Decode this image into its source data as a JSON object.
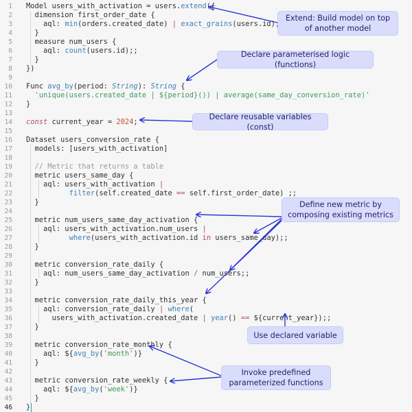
{
  "editor": {
    "active_line": 46,
    "lines": [
      {
        "n": 1,
        "t": [
          [
            "kw",
            "Model users_with_activation = users."
          ],
          [
            "fn",
            "extend"
          ],
          [
            "kw",
            "({"
          ]
        ]
      },
      {
        "n": 2,
        "t": [
          [
            "kw",
            "  dimension first_order_date {"
          ]
        ]
      },
      {
        "n": 3,
        "t": [
          [
            "kw",
            "    aql: "
          ],
          [
            "fn",
            "min"
          ],
          [
            "kw",
            "(orders.created_date) "
          ],
          [
            "op",
            "|"
          ],
          [
            "kw",
            " "
          ],
          [
            "fn",
            "exact_grains"
          ],
          [
            "kw",
            "(users.id);;"
          ]
        ]
      },
      {
        "n": 4,
        "t": [
          [
            "kw",
            "  }"
          ]
        ]
      },
      {
        "n": 5,
        "t": [
          [
            "kw",
            "  measure num_users {"
          ]
        ]
      },
      {
        "n": 6,
        "t": [
          [
            "kw",
            "    aql: "
          ],
          [
            "fn",
            "count"
          ],
          [
            "kw",
            "(users.id);;"
          ]
        ]
      },
      {
        "n": 7,
        "t": [
          [
            "kw",
            "  }"
          ]
        ]
      },
      {
        "n": 8,
        "t": [
          [
            "kw",
            "})"
          ]
        ]
      },
      {
        "n": 9,
        "t": []
      },
      {
        "n": 10,
        "t": [
          [
            "kw",
            "Func "
          ],
          [
            "fn",
            "avg_by"
          ],
          [
            "kw",
            "(period: "
          ],
          [
            "type",
            "String"
          ],
          [
            "kw",
            "): "
          ],
          [
            "type",
            "String"
          ],
          [
            "kw",
            " {"
          ]
        ]
      },
      {
        "n": 11,
        "t": [
          [
            "str",
            "  'unique(users.created_date | ${period}()) | average(same_day_conversion_rate)'"
          ]
        ]
      },
      {
        "n": 12,
        "t": [
          [
            "kw",
            "}"
          ]
        ]
      },
      {
        "n": 13,
        "t": []
      },
      {
        "n": 14,
        "t": [
          [
            "const",
            "const"
          ],
          [
            "kw",
            " current_year = "
          ],
          [
            "num",
            "2024"
          ],
          [
            "kw",
            ";"
          ]
        ]
      },
      {
        "n": 15,
        "t": []
      },
      {
        "n": 16,
        "t": [
          [
            "kw",
            "Dataset users_conversion_rate {"
          ]
        ]
      },
      {
        "n": 17,
        "t": [
          [
            "kw",
            "  models: [users_with_activation]"
          ]
        ]
      },
      {
        "n": 18,
        "t": []
      },
      {
        "n": 19,
        "t": [
          [
            "cmt",
            "  // Metric that returns a table"
          ]
        ]
      },
      {
        "n": 20,
        "t": [
          [
            "kw",
            "  metric users_same_day {"
          ]
        ]
      },
      {
        "n": 21,
        "t": [
          [
            "kw",
            "    aql: users_with_activation "
          ],
          [
            "op",
            "|"
          ]
        ]
      },
      {
        "n": 22,
        "t": [
          [
            "kw",
            "          "
          ],
          [
            "fn",
            "filter"
          ],
          [
            "kw",
            "(self.created_date "
          ],
          [
            "op",
            "=="
          ],
          [
            "kw",
            " self.first_order_date) ;;"
          ]
        ]
      },
      {
        "n": 23,
        "t": [
          [
            "kw",
            "  }"
          ]
        ]
      },
      {
        "n": 24,
        "t": []
      },
      {
        "n": 25,
        "t": [
          [
            "kw",
            "  metric num_users_same_day_activation {"
          ]
        ]
      },
      {
        "n": 26,
        "t": [
          [
            "kw",
            "    aql: users_with_activation.num_users "
          ],
          [
            "op",
            "|"
          ]
        ]
      },
      {
        "n": 27,
        "t": [
          [
            "kw",
            "          "
          ],
          [
            "fn",
            "where"
          ],
          [
            "kw",
            "(users_with_activation.id "
          ],
          [
            "op",
            "in"
          ],
          [
            "kw",
            " users_same_day);;"
          ]
        ]
      },
      {
        "n": 28,
        "t": [
          [
            "kw",
            "  }"
          ]
        ]
      },
      {
        "n": 29,
        "t": []
      },
      {
        "n": 30,
        "t": [
          [
            "kw",
            "  metric conversion_rate_daily {"
          ]
        ]
      },
      {
        "n": 31,
        "t": [
          [
            "kw",
            "    aql: num_users_same_day_activation "
          ],
          [
            "op",
            "/"
          ],
          [
            "kw",
            " num_users;;"
          ]
        ]
      },
      {
        "n": 32,
        "t": [
          [
            "kw",
            "  }"
          ]
        ]
      },
      {
        "n": 33,
        "t": []
      },
      {
        "n": 34,
        "t": [
          [
            "kw",
            "  metric conversion_rate_daily_this_year {"
          ]
        ]
      },
      {
        "n": 35,
        "t": [
          [
            "kw",
            "    aql: conversion_rate_daily "
          ],
          [
            "op",
            "|"
          ],
          [
            "kw",
            " "
          ],
          [
            "fn",
            "where"
          ],
          [
            "kw",
            "("
          ]
        ]
      },
      {
        "n": 36,
        "t": [
          [
            "kw",
            "      users_with_activation.created_date "
          ],
          [
            "op",
            "|"
          ],
          [
            "kw",
            " "
          ],
          [
            "fn",
            "year"
          ],
          [
            "kw",
            "() "
          ],
          [
            "op",
            "=="
          ],
          [
            "kw",
            " ${current_year});;"
          ]
        ]
      },
      {
        "n": 37,
        "t": [
          [
            "kw",
            "  }"
          ]
        ]
      },
      {
        "n": 38,
        "t": []
      },
      {
        "n": 39,
        "t": [
          [
            "kw",
            "  metric conversion_rate_monthly {"
          ]
        ]
      },
      {
        "n": 40,
        "t": [
          [
            "kw",
            "    aql: ${"
          ],
          [
            "fn",
            "avg_by"
          ],
          [
            "kw",
            "("
          ],
          [
            "str",
            "'month'"
          ],
          [
            "kw",
            ")}"
          ]
        ]
      },
      {
        "n": 41,
        "t": [
          [
            "kw",
            "  }"
          ]
        ]
      },
      {
        "n": 42,
        "t": []
      },
      {
        "n": 43,
        "t": [
          [
            "kw",
            "  metric conversion_rate_weekly {"
          ]
        ]
      },
      {
        "n": 44,
        "t": [
          [
            "kw",
            "    aql: ${"
          ],
          [
            "fn",
            "avg_by"
          ],
          [
            "kw",
            "("
          ],
          [
            "str",
            "'week'"
          ],
          [
            "kw",
            ")}"
          ]
        ]
      },
      {
        "n": 45,
        "t": [
          [
            "kw",
            "  }"
          ]
        ]
      },
      {
        "n": 46,
        "t": [
          [
            "kw",
            "}"
          ]
        ]
      }
    ]
  },
  "callouts": {
    "extend": "Extend: Build model on top of another model",
    "functions": "Declare parameterised logic (functions)",
    "const": "Declare reusable variables (const)",
    "metric": "Define new metric by composing existing metrics",
    "variable": "Use declared variable",
    "invoke": "Invoke predefined parameterized functions"
  },
  "colors": {
    "callout_bg": "#d9dcfb",
    "arrow": "#2b33d6",
    "function": "#3f7fb7",
    "string": "#3f9a5a",
    "number": "#c0502a",
    "keyword_accent": "#b0487a"
  }
}
